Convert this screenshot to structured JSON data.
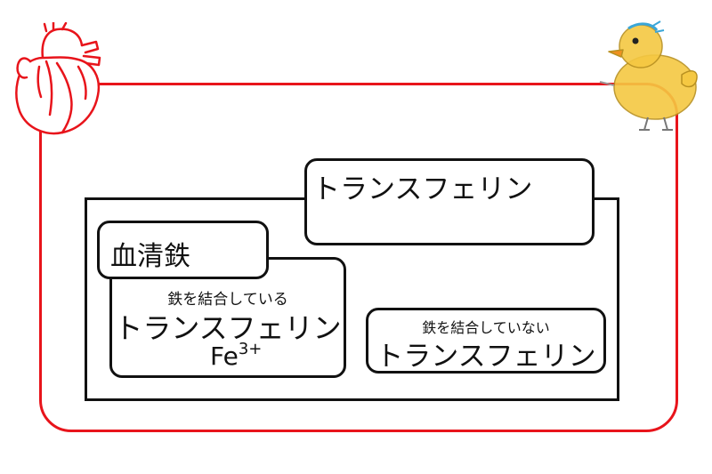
{
  "diagram": {
    "transferrin_label": "トランスフェリン",
    "serum_iron_label": "血清鉄",
    "bound": {
      "caption": "鉄を結合している",
      "name": "トランスフェリン",
      "ion_symbol": "Fe",
      "ion_charge": "3+"
    },
    "unbound": {
      "caption": "鉄を結合していない",
      "name": "トランスフェリン"
    }
  },
  "colors": {
    "frame": "#e8141b",
    "box_border": "#111111",
    "duck_fill": "#f5c842"
  },
  "icons": {
    "top_left": "heart-icon",
    "top_right": "duck-icon"
  }
}
